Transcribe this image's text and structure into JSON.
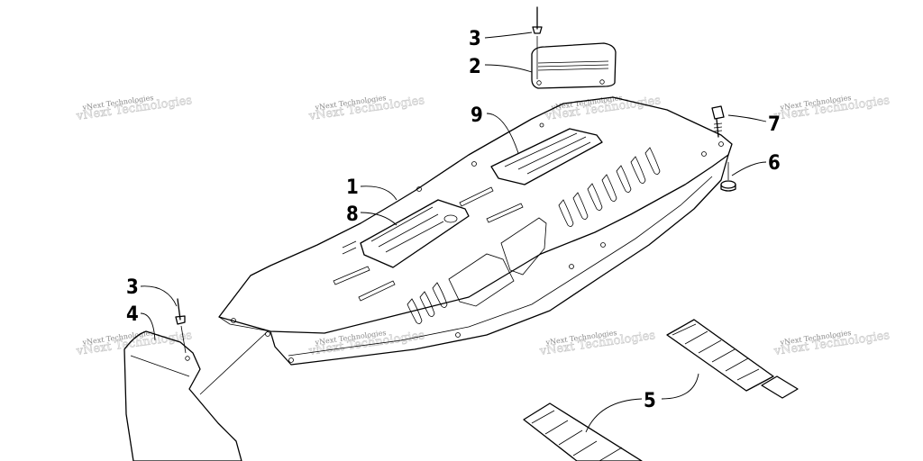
{
  "callouts": [
    {
      "label": "3"
    },
    {
      "label": "2"
    },
    {
      "label": "9"
    },
    {
      "label": "7"
    },
    {
      "label": "6"
    },
    {
      "label": "1"
    },
    {
      "label": "8"
    },
    {
      "label": "3"
    },
    {
      "label": "4"
    },
    {
      "label": "5"
    }
  ],
  "watermark": {
    "text": "vNext Technologies"
  }
}
